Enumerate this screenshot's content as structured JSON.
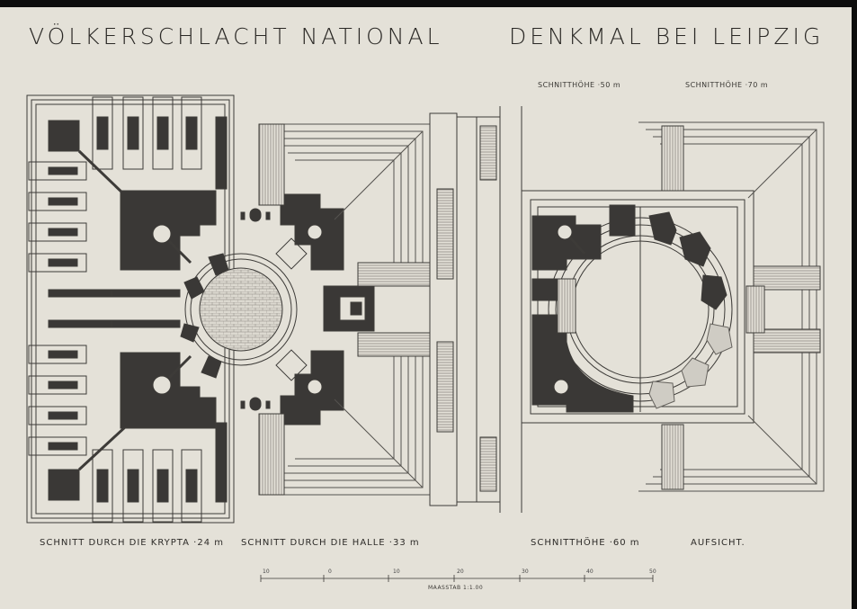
{
  "title_left": "VÖLKERSCHLACHT NATIONAL",
  "title_right": "DENKMAL BEI LEIPZIG",
  "labels": {
    "section_50": "SCHNITTHÖHE ·50 m",
    "section_70": "SCHNITTHÖHE ·70 m",
    "crypt": "SCHNITT DURCH DIE KRYPTA ·24 m",
    "hall": "SCHNITT DURCH DIE HALLE ·33 m",
    "section_60": "SCHNITTHÖHE ·60 m",
    "top_view": "AUFSICHT."
  },
  "scale": {
    "caption": "MAASSTAB 1:1.00",
    "ticks": [
      "10",
      "0",
      "10",
      "20",
      "30",
      "40",
      "50"
    ]
  },
  "colors": {
    "paper": "#e4e1d8",
    "ink": "#2c2a27",
    "solid": "#3a3836"
  }
}
